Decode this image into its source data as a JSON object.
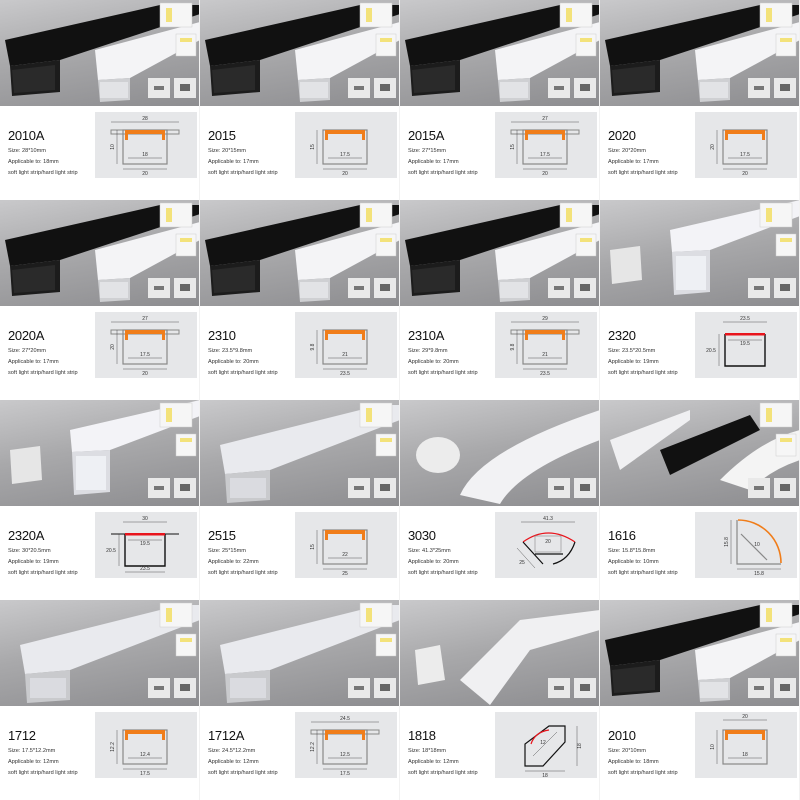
{
  "labels": {
    "size": "Size: ",
    "applicable": "Applicable to: ",
    "strip": "soft light strip/hard light strip"
  },
  "colors": {
    "diffuser": "#f07d1a",
    "red_diffuser": "#e8141c",
    "diagram_bg": "#e6e7e9"
  },
  "products": [
    {
      "model": "2010A",
      "size": "28*10mm",
      "applicable": "18mm",
      "type": "flange",
      "dims": {
        "top": "28",
        "height": "10",
        "inner": "18",
        "bottom": "20"
      }
    },
    {
      "model": "2015",
      "size": "20*15mm",
      "applicable": "17mm",
      "type": "u",
      "dims": {
        "height": "15",
        "inner": "17.5",
        "bottom": "20"
      }
    },
    {
      "model": "2015A",
      "size": "27*15mm",
      "applicable": "17mm",
      "type": "flange",
      "dims": {
        "top": "27",
        "height": "15",
        "inner": "17.5",
        "bottom": "20"
      }
    },
    {
      "model": "2020",
      "size": "20*20mm",
      "applicable": "17mm",
      "type": "u",
      "dims": {
        "height": "20",
        "inner": "17.5",
        "bottom": "20"
      }
    },
    {
      "model": "2020A",
      "size": "27*20mm",
      "applicable": "17mm",
      "type": "flange",
      "dims": {
        "top": "27",
        "height": "20",
        "inner": "17.5",
        "bottom": "20"
      }
    },
    {
      "model": "2310",
      "size": "23.5*9.8mm",
      "applicable": "20mm",
      "type": "u",
      "dims": {
        "height": "9.8",
        "inner": "21",
        "bottom": "23.5"
      }
    },
    {
      "model": "2310A",
      "size": "29*9.8mm",
      "applicable": "20mm",
      "type": "flange",
      "dims": {
        "top": "29",
        "height": "9.8",
        "inner": "21",
        "bottom": "23.5"
      }
    },
    {
      "model": "2320",
      "size": "23.5*20.5mm",
      "applicable": "19mm",
      "type": "black",
      "dims": {
        "top": "23.5",
        "height": "20.5",
        "inner": "19.5"
      }
    },
    {
      "model": "2320A",
      "size": "30*20.5mm",
      "applicable": "19mm",
      "type": "black-flange",
      "dims": {
        "top": "30",
        "height": "20.5",
        "inner": "19.5",
        "bottom": "23.5"
      }
    },
    {
      "model": "2515",
      "size": "25*15mm",
      "applicable": "22mm",
      "type": "u",
      "dims": {
        "height": "15",
        "inner": "22",
        "bottom": "25"
      }
    },
    {
      "model": "3030",
      "size": "41.3*25mm",
      "applicable": "20mm",
      "type": "arc",
      "dims": {
        "top": "41.3",
        "inner": "20",
        "side": "25"
      }
    },
    {
      "model": "1616",
      "size": "15.8*15.8mm",
      "applicable": "10mm",
      "type": "quarter",
      "dims": {
        "height": "15.8",
        "diag": "10",
        "bottom": "15.8"
      }
    },
    {
      "model": "1712",
      "size": "17.5*12.2mm",
      "applicable": "12mm",
      "type": "u",
      "dims": {
        "height": "12.2",
        "inner": "12.4",
        "bottom": "17.5"
      }
    },
    {
      "model": "1712A",
      "size": "24.5*12.2mm",
      "applicable": "12mm",
      "type": "flange",
      "dims": {
        "top": "24.5",
        "height": "12.2",
        "inner": "12.5",
        "bottom": "17.5"
      }
    },
    {
      "model": "1818",
      "size": "18*18mm",
      "applicable": "12mm",
      "type": "corner",
      "dims": {
        "diag": "12",
        "height": "18",
        "bottom": "18"
      }
    },
    {
      "model": "2010",
      "size": "20*10mm",
      "applicable": "18mm",
      "type": "u",
      "dims": {
        "top": "20",
        "height": "10",
        "inner": "18"
      }
    }
  ]
}
